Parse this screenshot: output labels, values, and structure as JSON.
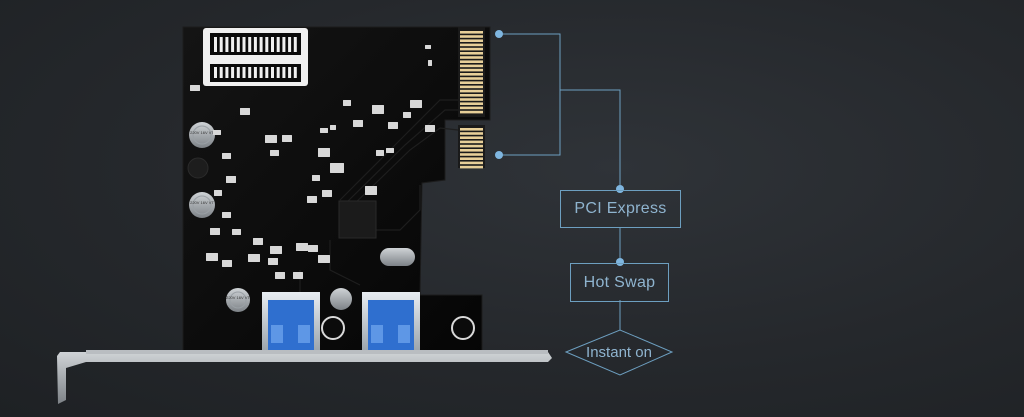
{
  "diagram": {
    "labels": {
      "pci_express": "PCI Express",
      "hot_swap": "Hot Swap",
      "instant_on": "Instant on"
    }
  },
  "card": {
    "capacitor_text": [
      "220V 16V VT",
      "220V 16V VT",
      "220V 16V VT"
    ]
  },
  "colors": {
    "background": "#25282c",
    "board": "#0d0d0d",
    "usb_port": "#3a7bd5",
    "connector_gold": "#e7cf98",
    "line": "#6d9fc0",
    "node": "#7fb6e0"
  }
}
